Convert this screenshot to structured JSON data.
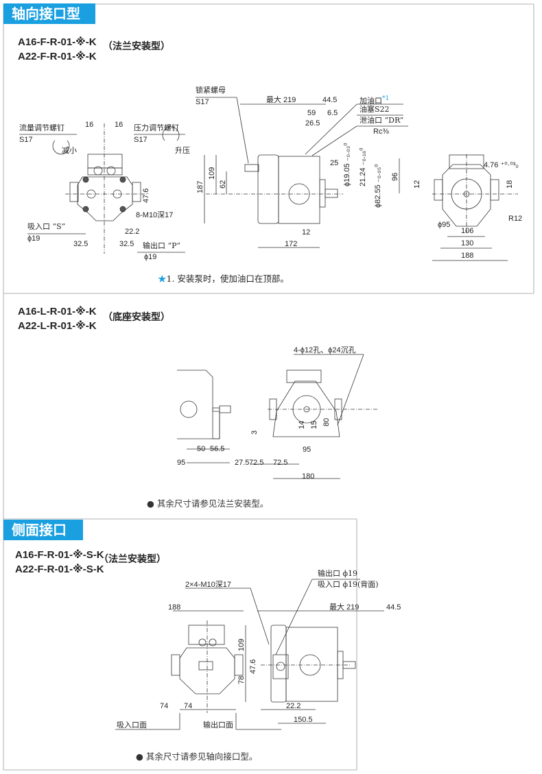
{
  "section1": {
    "header": "轴向接口型",
    "flange": {
      "model1": "A16-F-R-01-※-K",
      "model2": "A22-F-R-01-※-K",
      "type": "（法兰安装型）",
      "front": {
        "d16a": "16",
        "d16b": "16",
        "flow_screw": "流量调节螺钉",
        "flow_s": "S17",
        "press_screw": "压力调节螺钉",
        "press_s": "S17",
        "decrease": "减小",
        "increase": "升压",
        "d47": "47.6",
        "bolts": "8-M10深17",
        "suction": "吸入口 “S”",
        "suction_d": "ϕ19",
        "d22": "22.2",
        "d32a": "32.5",
        "d32b": "32.5",
        "outlet": "输出口 “P”",
        "outlet_d": "ϕ19"
      },
      "side": {
        "locknut": "锁紧螺母",
        "locknut_s": "S17",
        "max219": "最大 219",
        "d44": "44.5",
        "d59": "59",
        "d65": "6.5",
        "d265": "26.5",
        "fill": "加油口",
        "fill_star": "*1",
        "plug": "油塞S22",
        "drain": "泄油口 “DR”",
        "rc": "Rc⅜",
        "d187": "187",
        "d109": "109",
        "d62": "62",
        "d25": "25",
        "shaft1": "ϕ19.05 ₋₀.₀₃⁰",
        "shaft2": "21.24 ₋₀.₁₆⁰",
        "shaft3": "ϕ82.55 ₋₀.₀₅⁰",
        "d96": "96",
        "d12": "12",
        "d172": "172"
      },
      "end": {
        "key": "4.76 ⁺⁰·⁰³₀",
        "d12": "12",
        "d18": "18",
        "r12": "R12",
        "d95": "ϕ95",
        "d106": "106",
        "d130": "130",
        "d188": "188"
      },
      "note_star": "★",
      "note": "1. 安装泵时，使加油口在顶部。"
    },
    "foot": {
      "model1": "A16-L-R-01-※-K",
      "model2": "A22-L-R-01-※-K",
      "type": "（底座安装型）",
      "holes": "4-ϕ12孔、ϕ24沉孔",
      "d50": "50",
      "d565": "56.5",
      "d95a": "95",
      "d275": "27.5",
      "d3": "3",
      "d95b": "95",
      "d725a": "72.5",
      "d725b": "72.5",
      "d180": "180",
      "d14": "14",
      "d15": "15",
      "d80": "80",
      "note": "● 其余尺寸请参见法兰安装型。"
    }
  },
  "section2": {
    "header": "侧面接口型",
    "model1": "A16-F-R-01-※-S-K",
    "model2": "A22-F-R-01-※-S-K",
    "type": "（法兰安装型）",
    "outlet": "输出口 ϕ19",
    "suction": "吸入口 ϕ19(背面)",
    "bolts": "2×4-M10深17",
    "d188": "188",
    "max219": "最大 219",
    "d44": "44.5",
    "d109": "109",
    "d47": "47.6",
    "d78": "78",
    "d74a": "74",
    "d74b": "74",
    "d22": "22.2",
    "d150": "150.5",
    "suction_face": "吸入口面",
    "outlet_face": "输出口面",
    "note": "● 其余尺寸请参见轴向接口型。"
  }
}
